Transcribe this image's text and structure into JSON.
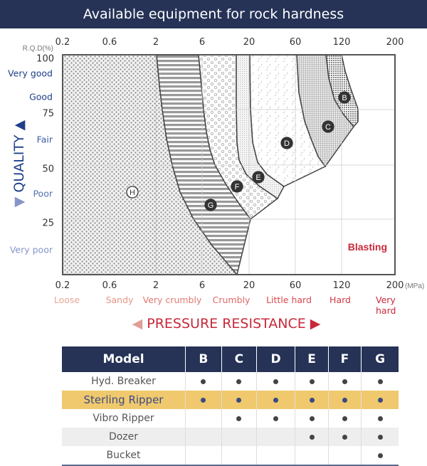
{
  "header": {
    "title": "Available equipment for rock hardness"
  },
  "chart_data": {
    "type": "area",
    "title": "Available equipment for rock hardness",
    "xlabel": "PRESSURE RESISTANCE",
    "ylabel": "QUALITY",
    "y_axis_title": "R.Q.D(%)",
    "x_unit": "(MPa)",
    "x_ticks": [
      "0.2",
      "0.6",
      "2",
      "6",
      "20",
      "60",
      "120",
      "200"
    ],
    "y_ticks": [
      "100",
      "75",
      "50",
      "25"
    ],
    "ylim": [
      0,
      100
    ],
    "xlim": [
      0.2,
      200
    ],
    "grid": true,
    "quality_labels": [
      {
        "label": "Very good",
        "color": "#1e3f8a"
      },
      {
        "label": "Good",
        "color": "#1e3f8a"
      },
      {
        "label": "Fair",
        "color": "#3a5aa0"
      },
      {
        "label": "Poor",
        "color": "#5670b0"
      },
      {
        "label": "Very poor",
        "color": "#8595c8"
      }
    ],
    "hardness_labels": [
      {
        "label": "Loose",
        "color": "#eaa597"
      },
      {
        "label": "Sandy",
        "color": "#e69585"
      },
      {
        "label": "Very crumbly",
        "color": "#e07a70"
      },
      {
        "label": "Crumbly",
        "color": "#dc6a64"
      },
      {
        "label": "Little hard",
        "color": "#d94a50"
      },
      {
        "label": "Hard",
        "color": "#cf3a44"
      },
      {
        "label": "Very hard",
        "color": "#c8283a"
      }
    ],
    "regions": [
      "B",
      "C",
      "D",
      "E",
      "F",
      "G",
      "H"
    ],
    "annotation": "Blasting"
  },
  "table": {
    "headers": [
      "Model",
      "B",
      "C",
      "D",
      "E",
      "F",
      "G"
    ],
    "rows": [
      {
        "model": "Hyd. Breaker",
        "marks": [
          true,
          true,
          true,
          true,
          true,
          true
        ]
      },
      {
        "model": "Sterling Ripper",
        "marks": [
          true,
          true,
          true,
          true,
          true,
          true
        ]
      },
      {
        "model": "Vibro Ripper",
        "marks": [
          false,
          true,
          true,
          true,
          true,
          true
        ]
      },
      {
        "model": "Dozer",
        "marks": [
          false,
          false,
          false,
          true,
          true,
          true
        ]
      },
      {
        "model": "Bucket",
        "marks": [
          false,
          false,
          false,
          false,
          false,
          true
        ]
      }
    ]
  },
  "colors": {
    "navy": "#263357",
    "highlight": "#f0c96e",
    "red": "#c8283a"
  }
}
